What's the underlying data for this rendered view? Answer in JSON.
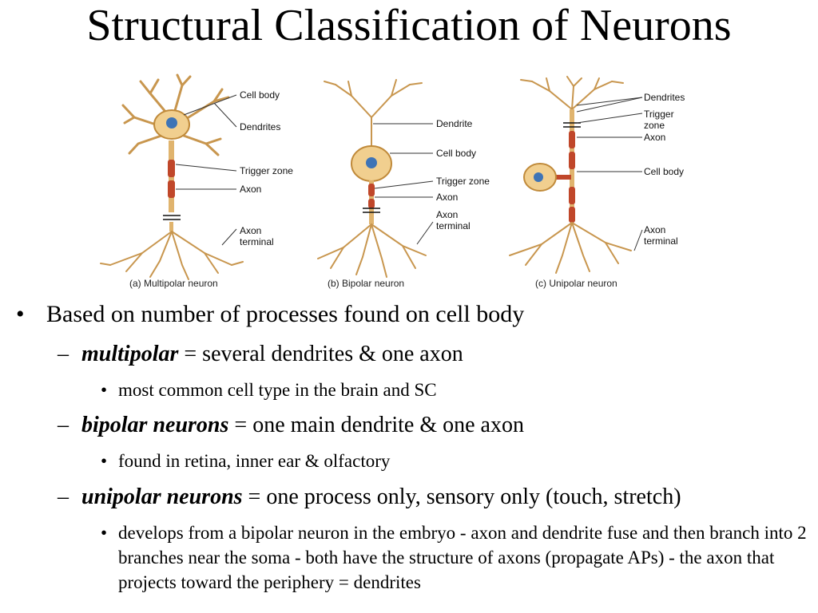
{
  "slide": {
    "title": "Structural Classification of Neurons"
  },
  "figure": {
    "multipolar": {
      "labels": [
        "Cell body",
        "Dendrites",
        "Trigger zone",
        "Axon",
        "Axon",
        "terminal"
      ],
      "caption": "(a) Multipolar neuron"
    },
    "bipolar": {
      "labels": [
        "Dendrite",
        "Cell body",
        "Trigger zone",
        "Axon",
        "Axon",
        "terminal"
      ],
      "caption": "(b) Bipolar neuron"
    },
    "unipolar": {
      "labels": [
        "Dendrites",
        "Trigger",
        "zone",
        "Axon",
        "Cell body",
        "Axon",
        "terminal"
      ],
      "caption": "(c) Unipolar neuron"
    },
    "colors": {
      "cell_fill": "#f1cf8f",
      "cell_stroke": "#c08a3a",
      "nucleus": "#3e74b6",
      "axon": "#c0472a",
      "dendrite": "#c8964e",
      "leader": "#333333"
    }
  },
  "bullets": {
    "main": "Based on number of processes found on cell body",
    "items": [
      {
        "term": "multipolar",
        "text": " = several dendrites & one axon",
        "sub": "most common cell type in the brain and SC"
      },
      {
        "term": "bipolar neurons",
        "text": " = one main dendrite & one axon",
        "sub": "found in retina, inner ear & olfactory"
      },
      {
        "term": "unipolar neurons",
        "text": " = one process only, sensory only (touch, stretch)",
        "sub": "develops from a bipolar neuron in the embryo - axon and dendrite fuse and then branch into 2 branches near the soma - both have the structure of axons (propagate APs) - the axon that projects toward the periphery = dendrites"
      }
    ],
    "marks": {
      "level1": "•",
      "level2": "–",
      "level3": "•"
    }
  }
}
